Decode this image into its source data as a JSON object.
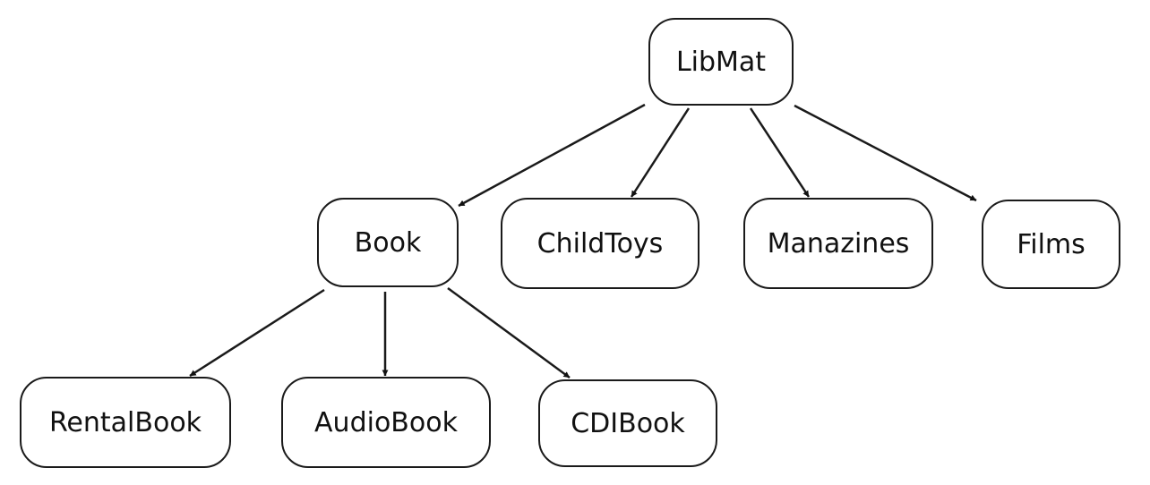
{
  "nodes": {
    "libmat": "LibMat",
    "book": "Book",
    "childtoys": "ChildToys",
    "manazines": "Manazines",
    "films": "Films",
    "rentalbook": "RentalBook",
    "audiobook": "AudioBook",
    "cdibook": "CDIBook"
  },
  "edges": [
    {
      "from": "libmat",
      "to": "book"
    },
    {
      "from": "libmat",
      "to": "childtoys"
    },
    {
      "from": "libmat",
      "to": "manazines"
    },
    {
      "from": "libmat",
      "to": "films"
    },
    {
      "from": "book",
      "to": "rentalbook"
    },
    {
      "from": "book",
      "to": "audiobook"
    },
    {
      "from": "book",
      "to": "cdibook"
    }
  ],
  "colors": {
    "stroke": "#1a1a1a",
    "background": "#ffffff",
    "text": "#111111"
  }
}
